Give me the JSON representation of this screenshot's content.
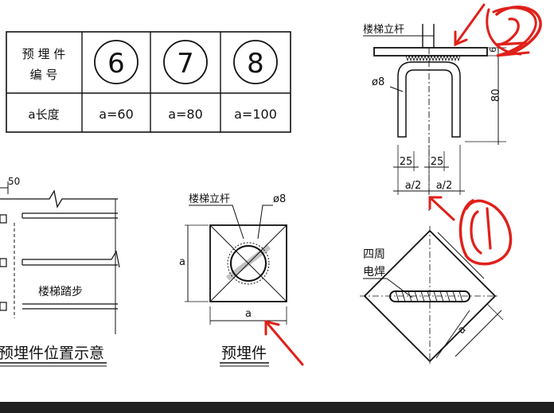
{
  "table": {
    "row1_header": "预 埋 件\n编    号",
    "row1_header_line1": "预 埋 件",
    "row1_header_line2": "编    号",
    "row2_header": "a长度",
    "ids": [
      "6",
      "7",
      "8"
    ],
    "lengths": [
      "a=60",
      "a=80",
      "a=100"
    ]
  },
  "left_view": {
    "dim_top": "50",
    "step_label": "楼梯踏步",
    "caption": "预埋件位置示意"
  },
  "plate_view": {
    "label_post": "楼梯立杆",
    "label_rod": "ø8",
    "dim_side": "a",
    "dim_bottom": "a",
    "caption": "预埋件"
  },
  "section_view": {
    "label_post": "楼梯立杆",
    "label_rod": "ø8",
    "dim_plate": "6",
    "dim_height": "80",
    "dim_25_left": "25",
    "dim_25_right": "25",
    "dim_half_left": "a/2",
    "dim_half_right": "a/2"
  },
  "weld_view": {
    "label_weld_line1": "四周",
    "label_weld_line2": "电焊",
    "dim_side": "a"
  },
  "annotations": {
    "marker_1": "1",
    "marker_2": "2",
    "accent_color": "#e0201a"
  }
}
